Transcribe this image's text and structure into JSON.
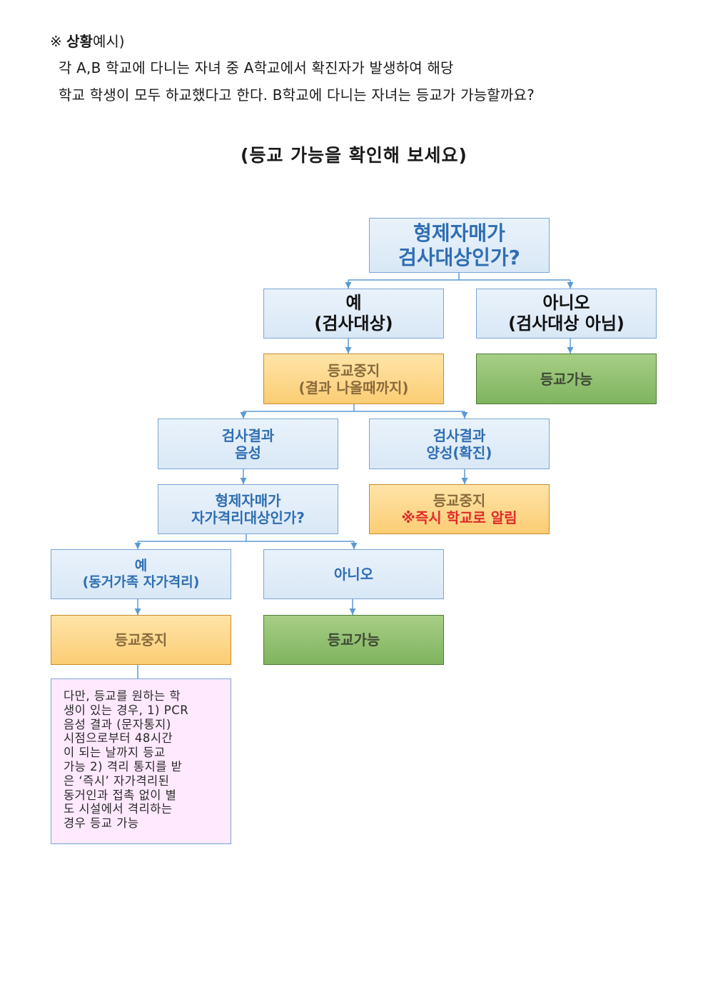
{
  "intro": {
    "mark": "※ ",
    "label_bold": "상황",
    "label_rest": "예시)",
    "line1": "각 A,B 학교에 다니는 자녀 중 A학교에서 확진자가 발생하여 해당",
    "line2": "학교 학생이 모두 하교했다고 한다. B학교에 다니는 자녀는 등교가 가능할까요?"
  },
  "title": "(등교 가능을 확인해 보세요)",
  "flow": {
    "q1": {
      "line1": "형제자매가",
      "line2": "검사대상인가?"
    },
    "yes1": {
      "line1": "예",
      "line2": "(검사대상)"
    },
    "no1": {
      "line1": "아니오",
      "line2": "(검사대상 아님)"
    },
    "stop1": {
      "line1": "등교중지",
      "line2": "(결과 나올때까지)"
    },
    "go1": {
      "line1": "등교가능"
    },
    "negative": {
      "line1": "검사결과",
      "line2": "음성"
    },
    "positive": {
      "line1": "검사결과",
      "line2": "양성(확진)"
    },
    "q2": {
      "line1": "형제자매가",
      "line2": "자가격리대상인가?"
    },
    "stop_positive": {
      "line1": "등교중지",
      "line2": "※즉시 학교로 알림"
    },
    "yes2": {
      "line1": "예",
      "line2": "(동거가족 자가격리)"
    },
    "no2": {
      "line1": "아니오"
    },
    "stop2": {
      "line1": "등교중지"
    },
    "go2": {
      "line1": "등교가능"
    },
    "note": {
      "lines": [
        "다만, 등교를 원하는 학",
        "생이 있는 경우, 1) PCR",
        "음성 결과 (문자통지)",
        "시점으로부터 48시간",
        "이 되는 날까지 등교",
        "가능 2) 격리 통지를 받",
        "은 ‘즉시’ 자가격리된",
        "동거인과 접촉 없이 별",
        "도 시설에서 격리하는",
        "경우 등교 가능"
      ]
    }
  },
  "colors": {
    "box_blue_fill": "#dde9f6",
    "box_blue_border": "#7aa6d6",
    "box_blue_text": "#2f6eb2",
    "box_orange_fill": "#fcd27c",
    "box_green_fill": "#8cbf6a",
    "box_pink_fill": "#ffe9ff",
    "alert_red": "#e02b2b",
    "connector": "#5b9bd5"
  }
}
